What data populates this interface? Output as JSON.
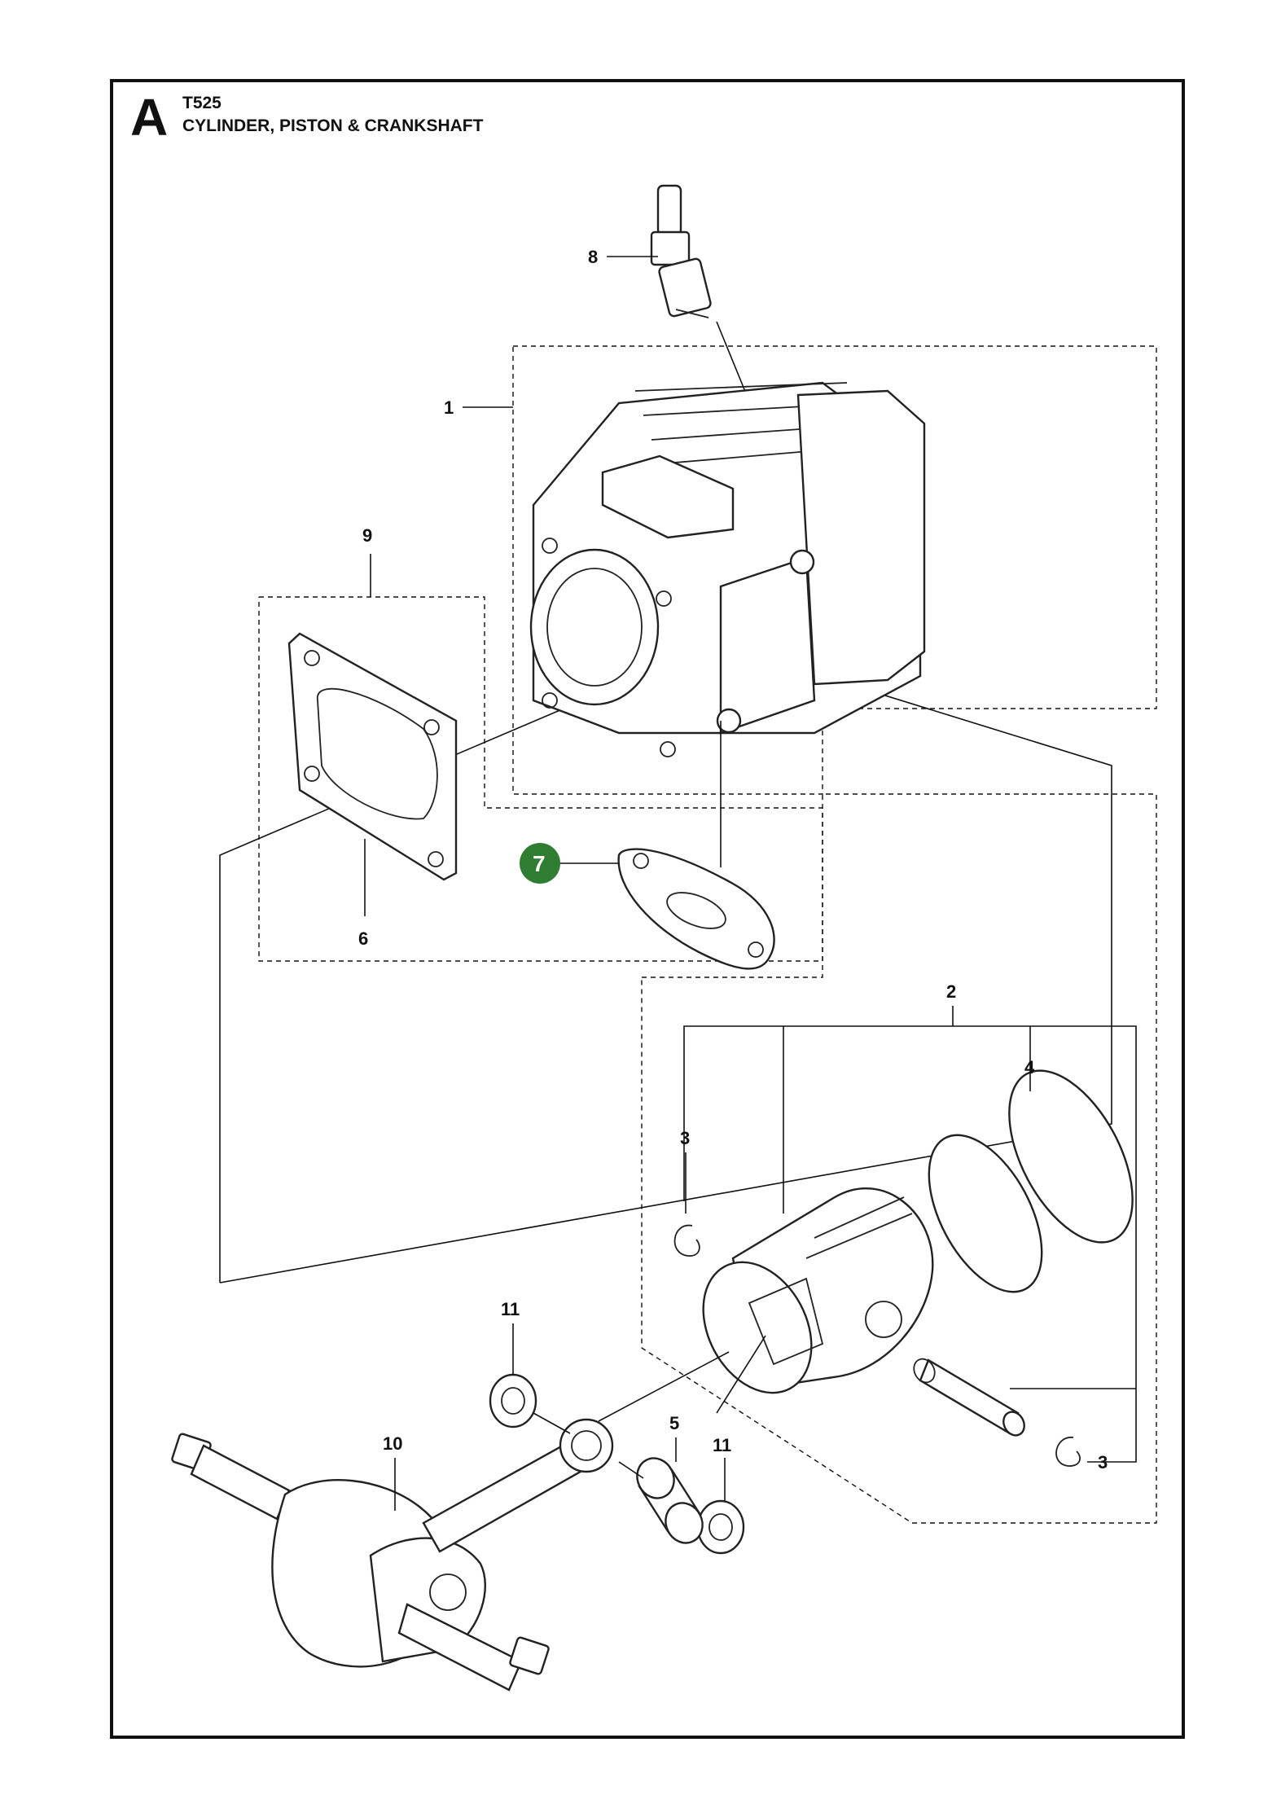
{
  "header": {
    "section_letter": "A",
    "model": "T525",
    "title": "CYLINDER, PISTON & CRANKSHAFT"
  },
  "callouts": {
    "c1": "1",
    "c2": "2",
    "c3a": "3",
    "c3b": "3",
    "c4": "4",
    "c5": "5",
    "c6": "6",
    "c7": "7",
    "c8": "8",
    "c9": "9",
    "c10": "10",
    "c11a": "11",
    "c11b": "11"
  },
  "colors": {
    "highlight": "#2e7d32",
    "ink": "#111111"
  },
  "highlighted_callout": "7"
}
